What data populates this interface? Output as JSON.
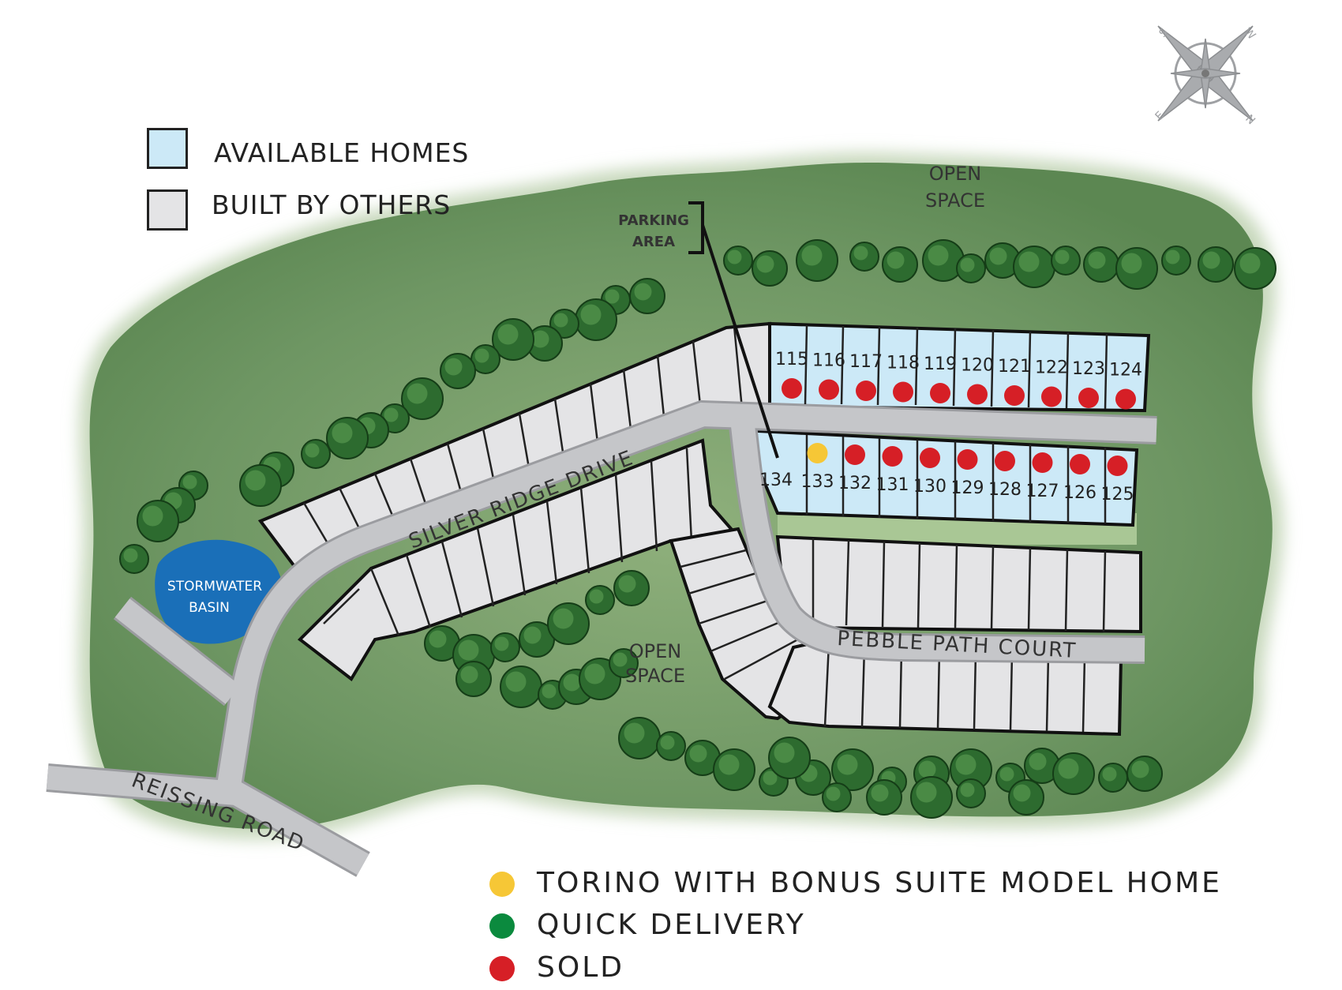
{
  "legend_top": {
    "available": {
      "label": "AVAILABLE HOMES",
      "color": "#cce9f7"
    },
    "built_by_others": {
      "label": "BUILT BY OTHERS",
      "color": "#e4e4e6"
    }
  },
  "legend_bottom": [
    {
      "label": "TORINO WITH BONUS SUITE MODEL HOME",
      "color": "#f6c736"
    },
    {
      "label": "QUICK DELIVERY",
      "color": "#0b8a3e"
    },
    {
      "label": "SOLD",
      "color": "#d61f26"
    }
  ],
  "labels": {
    "open_space_top_1": "OPEN",
    "open_space_top_2": "SPACE",
    "open_space_mid_1": "OPEN",
    "open_space_mid_2": "SPACE",
    "parking_1": "PARKING",
    "parking_2": "AREA",
    "stormwater_1": "STORMWATER",
    "stormwater_2": "BASIN",
    "silver_ridge": "SILVER RIDGE DRIVE",
    "pebble_path": "PEBBLE PATH COURT",
    "reissing": "REISSING ROAD"
  },
  "compass": {
    "n": "N",
    "s": "S",
    "e": "E",
    "w": "W"
  },
  "lots": {
    "top_row": [
      {
        "number": "115",
        "status": "sold"
      },
      {
        "number": "116",
        "status": "sold"
      },
      {
        "number": "117",
        "status": "sold"
      },
      {
        "number": "118",
        "status": "sold"
      },
      {
        "number": "119",
        "status": "sold"
      },
      {
        "number": "120",
        "status": "sold"
      },
      {
        "number": "121",
        "status": "sold"
      },
      {
        "number": "122",
        "status": "sold"
      },
      {
        "number": "123",
        "status": "sold"
      },
      {
        "number": "124",
        "status": "sold"
      }
    ],
    "bottom_row": [
      {
        "number": "134",
        "status": "available"
      },
      {
        "number": "133",
        "status": "model"
      },
      {
        "number": "132",
        "status": "sold"
      },
      {
        "number": "131",
        "status": "sold"
      },
      {
        "number": "130",
        "status": "sold"
      },
      {
        "number": "129",
        "status": "sold"
      },
      {
        "number": "128",
        "status": "sold"
      },
      {
        "number": "127",
        "status": "sold"
      },
      {
        "number": "126",
        "status": "sold"
      },
      {
        "number": "125",
        "status": "sold"
      }
    ]
  },
  "colors": {
    "green_dark": "#5f8a54",
    "green_light": "#a9c795",
    "road": "#c5c6c9",
    "lot_built": "#e4e4e6",
    "lot_available": "#cce9f7",
    "basin": "#1a6fb8",
    "sold": "#d61f26",
    "model": "#f6c736"
  }
}
